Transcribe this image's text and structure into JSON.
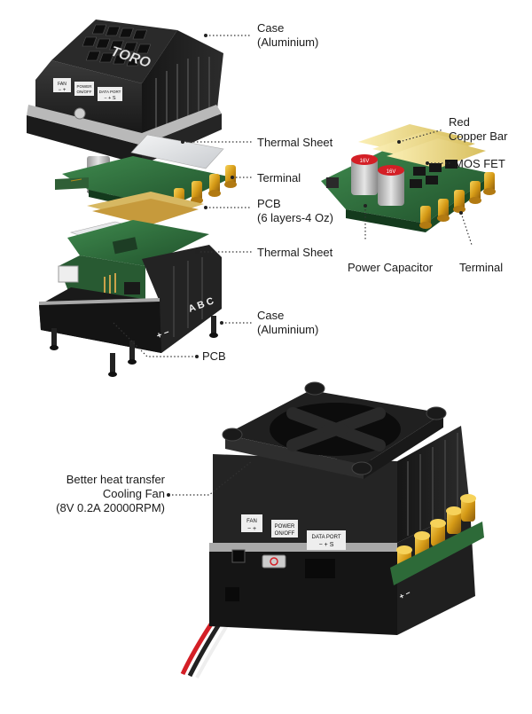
{
  "labels": {
    "case_top": [
      "Case",
      "(Aluminium)"
    ],
    "thermal_sheet_top": "Thermal  Sheet",
    "terminal_left": "Terminal",
    "pcb_top": [
      "PCB",
      "(6 layers-4 Oz)"
    ],
    "thermal_sheet_bottom": "Thermal  Sheet",
    "case_bottom": [
      "Case",
      "(Aluminium)"
    ],
    "pcb_bottom": "PCB",
    "red_copper_bar": [
      "Red",
      "Copper Bar"
    ],
    "mos_fet": "MOS  FET",
    "power_capacitor": "Power Capacitor",
    "terminal_right": "Terminal",
    "cooling_fan": [
      "Better heat transfer",
      "Cooling Fan",
      "(8V 0.2A 20000RPM)"
    ]
  },
  "device_markings": {
    "brand": "TORO",
    "fan_label": "FAN",
    "fan_signs": "− +",
    "power_label": "POWER",
    "power_sub": "ON/OFF",
    "data_port_label": "DATA PORT",
    "data_port_signs": "− + S",
    "phase_letters": "A B C",
    "polarity_signs": "+ −",
    "capacitor_text": "16V"
  },
  "colors": {
    "case": "#1c1c1c",
    "case_edge": "#9a9a9a",
    "pcb": "#2e6b3c",
    "gold": "#d9a21f",
    "copper_bar": "#ecd98a",
    "thermal_sheet": "#e2e4e6",
    "capacitor_red": "#c41c24",
    "accent_red": "#d41f26"
  }
}
